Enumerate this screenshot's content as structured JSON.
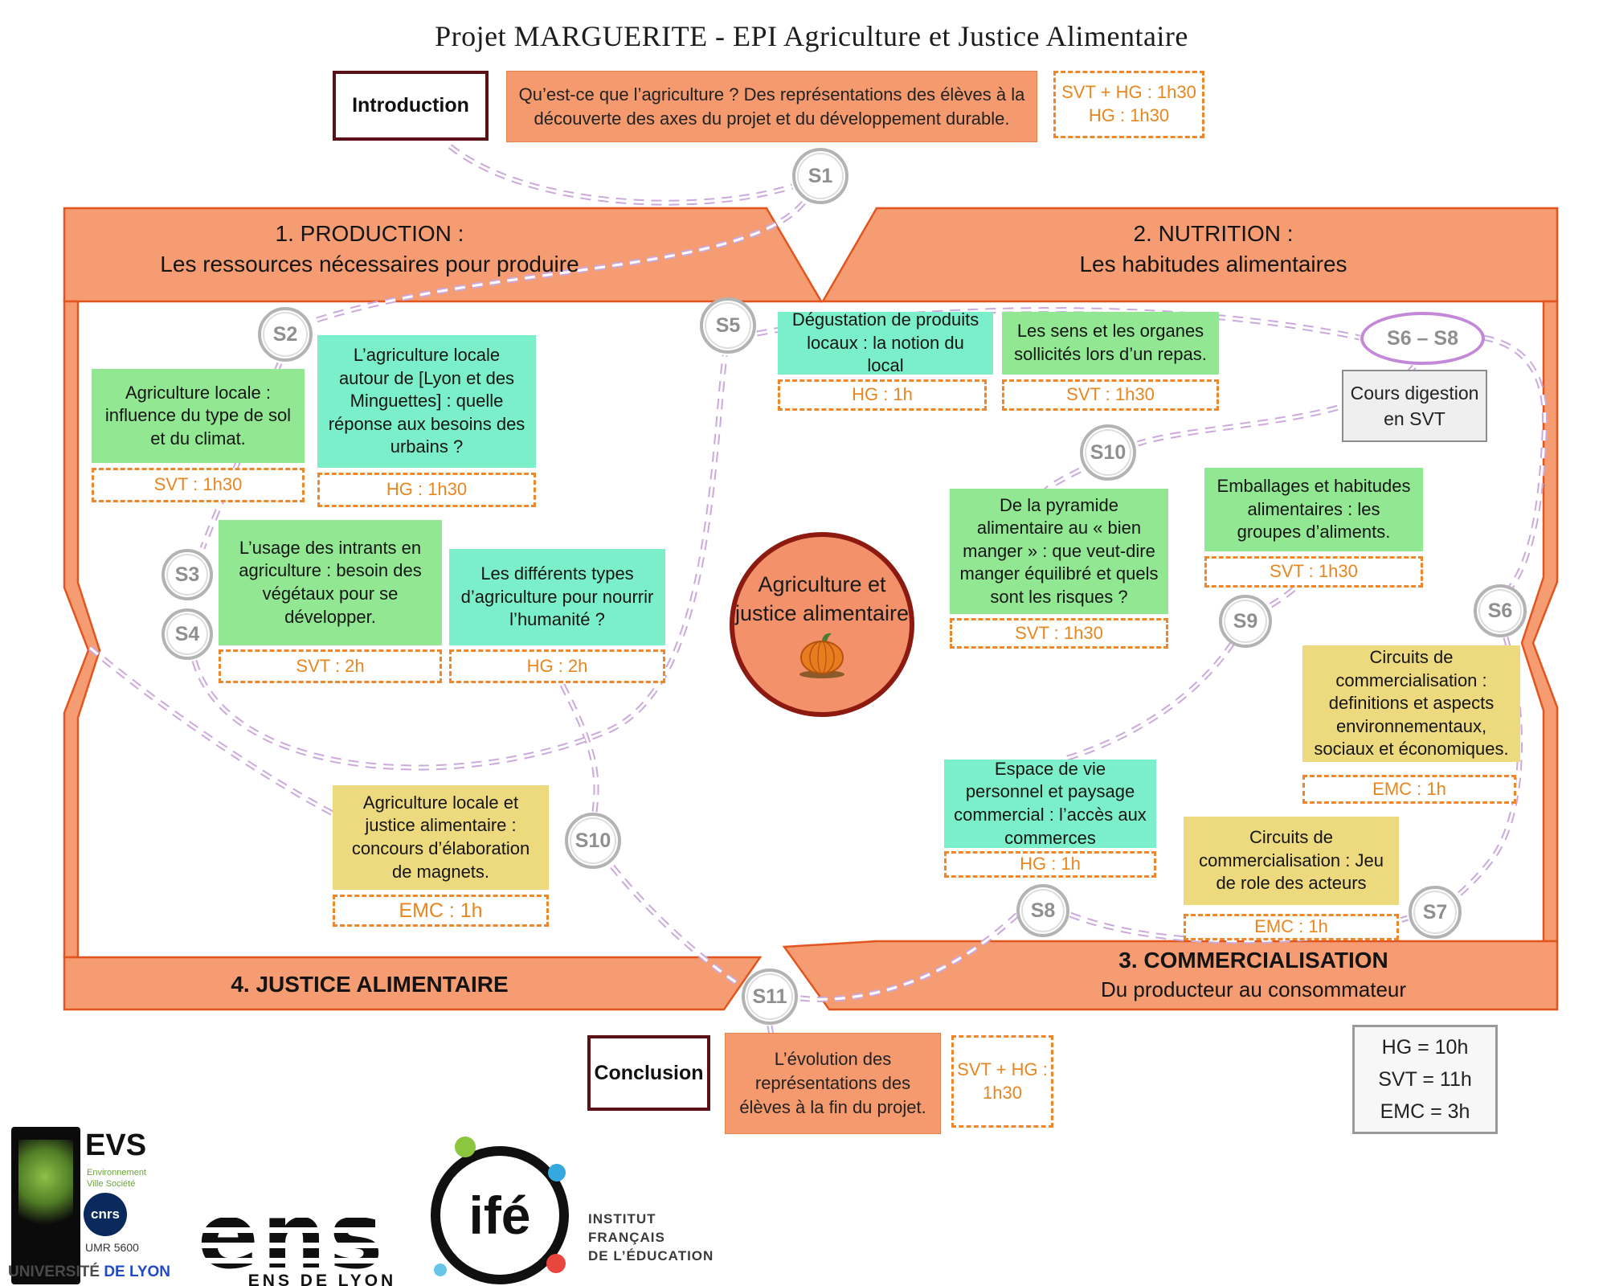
{
  "title": "Projet MARGUERITE  - EPI Agriculture et Justice Alimentaire",
  "colors": {
    "banner_orange": "#F59C72",
    "banner_border": "#E2551F",
    "green_box": "#92E892",
    "teal_box": "#7BEFC9",
    "yellow_box": "#EDD97E",
    "duration_orange": "#E8861F",
    "session_gray": "#8F8F8F",
    "oval_purple": "#C488D9",
    "maroon_border": "#5A1116",
    "flow_purple": "#CBA9DC",
    "center_fill": "#F2916A",
    "center_border": "#8C1A10"
  },
  "intro": {
    "label": "Introduction",
    "text": "Qu’est-ce que l’agriculture ? Des représentations des élèves à la découverte des axes du projet et du développement durable.",
    "duration1": "SVT + HG : 1h30",
    "duration2": "HG : 1h30"
  },
  "sessions": {
    "s1": "S1",
    "s2": "S2",
    "s3": "S3",
    "s4": "S4",
    "s5": "S5",
    "s6_s8": "S6 – S8",
    "s10_nutrition": "S10",
    "s9": "S9",
    "s6": "S6",
    "s8": "S8",
    "s7": "S7",
    "s10_justice": "S10",
    "s11": "S11"
  },
  "production": {
    "heading1": "1.  PRODUCTION :",
    "heading2": "Les ressources nécessaires pour produire",
    "sol_text": "Agriculture locale : influence du type de sol et du climat.",
    "sol_duration": "SVT : 1h30",
    "locale_text": "L’agriculture locale autour de [Lyon et des Minguettes] : quelle réponse aux besoins des urbains ?",
    "locale_duration": "HG : 1h30",
    "intrants_text": "L’usage des intrants en agriculture : besoin des végétaux pour se développer.",
    "intrants_duration": "SVT : 2h",
    "types_text": "Les différents types d’agriculture pour nourrir l’humanité ?",
    "types_duration": "HG : 2h"
  },
  "nutrition": {
    "heading1": "2. NUTRITION :",
    "heading2": "Les habitudes alimentaires",
    "degustation_text": "Dégustation de produits locaux : la notion du local",
    "degustation_duration": "HG : 1h",
    "sens_text": "Les sens et les organes sollicités lors d’un repas.",
    "sens_duration": "SVT : 1h30",
    "digestion1": "Cours digestion",
    "digestion2": "en SVT",
    "pyramide_text": "De la pyramide alimentaire au « bien manger » : que veut-dire manger équilibré et quels sont les risques ?",
    "pyramide_duration": "SVT : 1h30",
    "emballages_text": "Emballages et habitudes alimentaires : les groupes d’aliments.",
    "emballages_duration": "SVT : 1h30"
  },
  "commercialisation": {
    "heading1": "3. COMMERCIALISATION",
    "heading2": "Du producteur au consommateur",
    "circuits_text": "Circuits de commercialisation : definitions et aspects environnementaux, sociaux et économiques.",
    "circuits_duration": "EMC : 1h",
    "espace_text": "Espace de vie personnel et paysage commercial : l’accès aux commerces",
    "espace_duration": "HG : 1h",
    "jeu_text": "Circuits de commercialisation : Jeu de role des acteurs",
    "jeu_duration": "EMC : 1h"
  },
  "justice": {
    "heading": "4. JUSTICE ALIMENTAIRE",
    "magnets_text": "Agriculture locale et justice alimentaire : concours d’élaboration de magnets.",
    "magnets_duration": "EMC : 1h"
  },
  "center": {
    "line1": "Agriculture et",
    "line2": "justice alimentaire"
  },
  "conclusion": {
    "label": "Conclusion",
    "text": "L’évolution des représentations des élèves à la fin du projet.",
    "duration1": "SVT + HG :",
    "duration2": "1h30"
  },
  "totals": {
    "hg": "HG = 10h",
    "svt": "SVT = 11h",
    "emc": "EMC = 3h"
  },
  "logos": {
    "evs": "EVS",
    "evs_sub1": "Environnement",
    "evs_sub2": "Ville Société",
    "cnrs": "cnrs",
    "umr": "UMR 5600",
    "univ1": "UNIVERSITÉ",
    "univ2": "DE LYON",
    "ens_mark": "ens",
    "ens_caption": "ENS DE LYON",
    "ife": "ifé",
    "ife1": "INSTITUT",
    "ife2": "FRANÇAIS",
    "ife3": "DE L’ÉDUCATION"
  }
}
